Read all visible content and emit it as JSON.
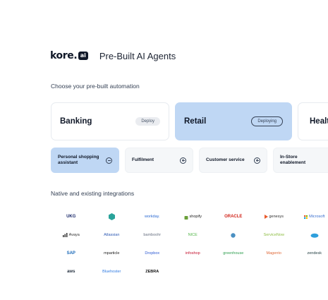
{
  "brand": {
    "word": "kore",
    "dot": ".",
    "badge": "ai"
  },
  "header": {
    "title": "Pre-Built AI Agents"
  },
  "automation": {
    "heading": "Choose your pre-built automation",
    "industries": [
      {
        "label": "Banking",
        "action": "Deploy",
        "selected": false
      },
      {
        "label": "Retail",
        "action": "Deploying",
        "selected": true
      },
      {
        "label": "Healt",
        "action": "",
        "selected": false
      }
    ],
    "agents": [
      {
        "label": "Personal shopping assistant",
        "selected": true
      },
      {
        "label": "Fulfilment",
        "selected": false
      },
      {
        "label": "Customer service",
        "selected": false
      },
      {
        "label": "In-Store enablement",
        "selected": false
      }
    ]
  },
  "integrations": {
    "heading": "Native and existing integrations",
    "logos": [
      {
        "name": "UKG",
        "color": "#1b2a6b"
      },
      {
        "name": "",
        "color": "#2aa39a",
        "icon": "teal-cube-icon"
      },
      {
        "name": "workday.",
        "color": "#2d6bd2"
      },
      {
        "name": "shopify",
        "color": "#222222",
        "icon": "shopify-bag-icon"
      },
      {
        "name": "ORACLE",
        "color": "#d1241a"
      },
      {
        "name": "genesys",
        "color": "#333333",
        "icon": "genesys-icon"
      },
      {
        "name": "Microsoft",
        "color": "#3a6fcf",
        "icon": "ms-logo-icon"
      },
      {
        "name": "Avaya",
        "color": "#333333",
        "icon": "bars-icon"
      },
      {
        "name": "Atlassian",
        "color": "#2f5bb4"
      },
      {
        "name": "bamboohr",
        "color": "#6a7282"
      },
      {
        "name": "NICE",
        "color": "#53b64a"
      },
      {
        "name": "",
        "color": "#4a90c2",
        "icon": "globe-icon"
      },
      {
        "name": "ServiceNow",
        "color": "#8fbe45"
      },
      {
        "name": "",
        "color": "#2e9fdc",
        "icon": "salesforce-cloud-icon"
      },
      {
        "name": "SAP",
        "color": "#1868b8"
      },
      {
        "name": "mparticle",
        "color": "#222222"
      },
      {
        "name": "Dropbox",
        "color": "#2f5bd3"
      },
      {
        "name": "infoshop",
        "color": "#c4122f"
      },
      {
        "name": "greenhouse",
        "color": "#2f9e4f"
      },
      {
        "name": "Magento",
        "color": "#e06b3b"
      },
      {
        "name": "zendesk",
        "color": "#1f3b3f"
      },
      {
        "name": "aws",
        "color": "#232f3e"
      },
      {
        "name": "Bluehoster",
        "color": "#2f7be2"
      },
      {
        "name": "ZEBRA",
        "color": "#111111"
      }
    ]
  }
}
